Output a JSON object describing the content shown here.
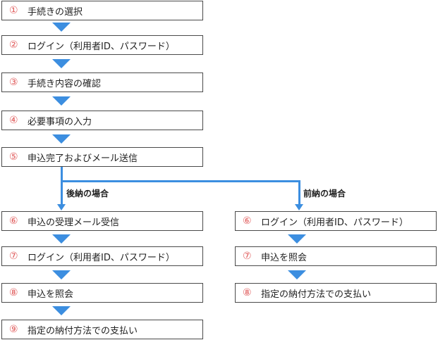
{
  "common_steps": [
    {
      "num": "①",
      "label": "手続きの選択"
    },
    {
      "num": "②",
      "label": "ログイン（利用者ID、パスワード）"
    },
    {
      "num": "③",
      "label": "手続き内容の確認"
    },
    {
      "num": "④",
      "label": "必要事項の入力"
    },
    {
      "num": "⑤",
      "label": "申込完了およびメール送信"
    }
  ],
  "left_branch": {
    "label": "後納の場合",
    "steps": [
      {
        "num": "⑥",
        "label": "申込の受理メール受信"
      },
      {
        "num": "⑦",
        "label": "ログイン（利用者ID、パスワード）"
      },
      {
        "num": "⑧",
        "label": "申込を照会"
      },
      {
        "num": "⑨",
        "label": "指定の納付方法での支払い"
      }
    ]
  },
  "right_branch": {
    "label": "前納の場合",
    "steps": [
      {
        "num": "⑥",
        "label": "ログイン（利用者ID、パスワード）"
      },
      {
        "num": "⑦",
        "label": "申込を照会"
      },
      {
        "num": "⑧",
        "label": "指定の納付方法での支払い"
      }
    ]
  },
  "colors": {
    "arrow": "#3c8ee0",
    "number": "#e05a5a",
    "border": "#4a4a4a"
  }
}
